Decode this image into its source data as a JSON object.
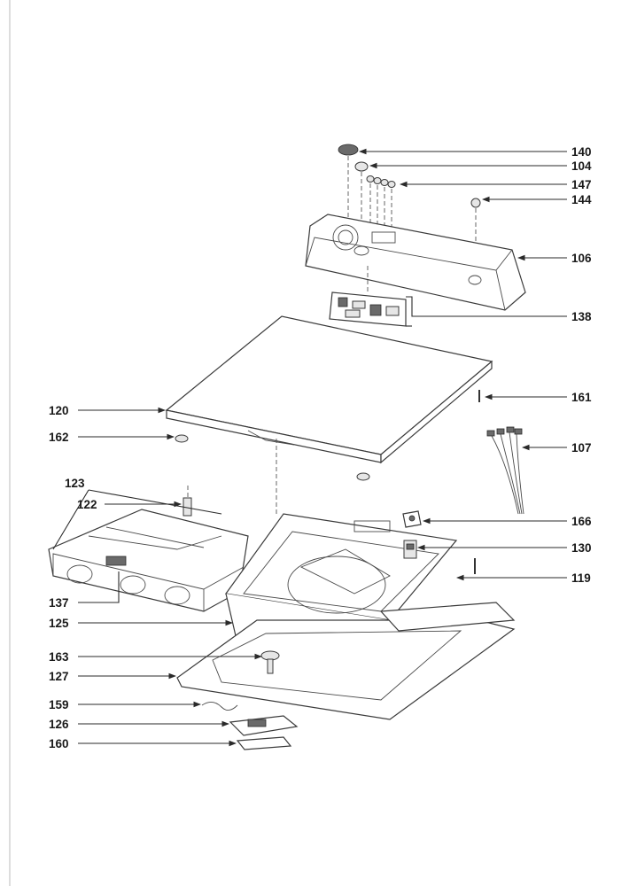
{
  "parts": [
    {
      "id": "140",
      "label": "140"
    },
    {
      "id": "104",
      "label": "104"
    },
    {
      "id": "147",
      "label": "147"
    },
    {
      "id": "144",
      "label": "144"
    },
    {
      "id": "106",
      "label": "106"
    },
    {
      "id": "138",
      "label": "138"
    },
    {
      "id": "161",
      "label": "161"
    },
    {
      "id": "120",
      "label": "120"
    },
    {
      "id": "162",
      "label": "162"
    },
    {
      "id": "107",
      "label": "107"
    },
    {
      "id": "123",
      "label": "123"
    },
    {
      "id": "122",
      "label": "122"
    },
    {
      "id": "166",
      "label": "166"
    },
    {
      "id": "130",
      "label": "130"
    },
    {
      "id": "119",
      "label": "119"
    },
    {
      "id": "137",
      "label": "137"
    },
    {
      "id": "125",
      "label": "125"
    },
    {
      "id": "163",
      "label": "163"
    },
    {
      "id": "127",
      "label": "127"
    },
    {
      "id": "159",
      "label": "159"
    },
    {
      "id": "126",
      "label": "126"
    },
    {
      "id": "160",
      "label": "160"
    }
  ]
}
